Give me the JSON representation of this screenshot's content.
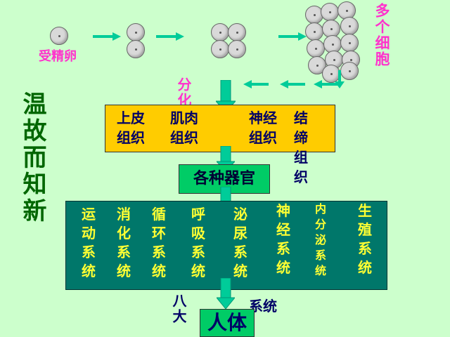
{
  "side_title": "温故而知新",
  "labels": {
    "fertilized_egg": "受精卵",
    "many_cells": "多个细胞",
    "differentiation": "分化"
  },
  "tissues": {
    "epithelial": [
      "上皮",
      "组织"
    ],
    "muscle": [
      "肌肉",
      "组织"
    ],
    "nerve": [
      "神经",
      "组织"
    ],
    "connective": "结缔组织"
  },
  "organs": "各种器官",
  "systems": [
    "运动系统",
    "消化系统",
    "循环系统",
    "呼吸系统",
    "泌尿系统",
    "神经系统",
    "内分泌系统",
    "生殖系统"
  ],
  "eight_major": "八大",
  "systems_word": "系统",
  "human_body": "人体",
  "colors": {
    "background": "#ccffcc",
    "magenta_text": "#ff33cc",
    "navy_text": "#000066",
    "tissue_box": "#ffcc00",
    "organ_box": "#00cc66",
    "system_box": "#00776a",
    "system_text": "#ffff33",
    "arrow": "#00cc99",
    "side_title": "#006600"
  }
}
